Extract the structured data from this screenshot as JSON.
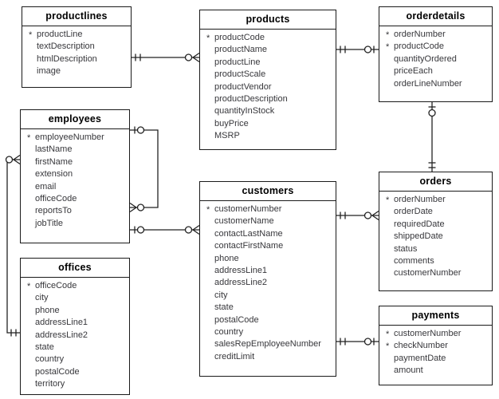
{
  "diagram": {
    "kind": "entity-relationship-diagram",
    "notation": "crows-foot"
  },
  "colors": {
    "background": "#ffffff",
    "box_border": "#1a1a1a",
    "title_text": "#000000",
    "field_text": "#37373b",
    "connector": "#222222"
  },
  "tables": [
    {
      "name": "productlines",
      "title": "productlines",
      "fields": [
        "* productLine",
        "textDescription",
        "htmlDescription",
        "image"
      ]
    },
    {
      "name": "products",
      "title": "products",
      "fields": [
        "* productCode",
        "productName",
        "productLine",
        "productScale",
        "productVendor",
        "productDescription",
        "quantityInStock",
        "buyPrice",
        "MSRP"
      ]
    },
    {
      "name": "orderdetails",
      "title": "orderdetails",
      "fields": [
        "* orderNumber",
        "* productCode",
        "quantityOrdered",
        "priceEach",
        "orderLineNumber"
      ]
    },
    {
      "name": "employees",
      "title": "employees",
      "fields": [
        "* employeeNumber",
        "lastName",
        "firstName",
        "extension",
        "email",
        "officeCode",
        "reportsTo",
        "jobTitle"
      ]
    },
    {
      "name": "customers",
      "title": "customers",
      "fields": [
        "* customerNumber",
        "customerName",
        "contactLastName",
        "contactFirstName",
        "phone",
        "addressLine1",
        "addressLine2",
        "city",
        "state",
        "postalCode",
        "country",
        "salesRepEmployeeNumber",
        "creditLimit"
      ]
    },
    {
      "name": "orders",
      "title": "orders",
      "fields": [
        "* orderNumber",
        "orderDate",
        "requiredDate",
        "shippedDate",
        "status",
        "comments",
        "customerNumber"
      ]
    },
    {
      "name": "offices",
      "title": "offices",
      "fields": [
        "* officeCode",
        "city",
        "phone",
        "addressLine1",
        "addressLine2",
        "state",
        "country",
        "postalCode",
        "territory"
      ]
    },
    {
      "name": "payments",
      "title": "payments",
      "fields": [
        "* customerNumber",
        "* checkNumber",
        "paymentDate",
        "amount"
      ]
    }
  ],
  "relationships": [
    {
      "id": "productlines-products",
      "from": "productlines",
      "to": "products",
      "from_cardinality": "one-and-only-one",
      "to_cardinality": "zero-or-many"
    },
    {
      "id": "products-orderdetails",
      "from": "products",
      "to": "orderdetails",
      "from_cardinality": "one-and-only-one",
      "to_cardinality": "zero-or-one"
    },
    {
      "id": "orders-orderdetails",
      "from": "orders",
      "to": "orderdetails",
      "from_cardinality": "one-and-only-one",
      "to_cardinality": "zero-or-one"
    },
    {
      "id": "employees-reportsto",
      "from": "employees",
      "to": "employees",
      "from_cardinality": "zero-or-one",
      "to_cardinality": "zero-or-many"
    },
    {
      "id": "employees-customers",
      "from": "employees",
      "to": "customers",
      "from_cardinality": "zero-or-one",
      "to_cardinality": "zero-or-many"
    },
    {
      "id": "offices-employees",
      "from": "offices",
      "to": "employees",
      "from_cardinality": "one-and-only-one",
      "to_cardinality": "zero-or-many"
    },
    {
      "id": "customers-orders",
      "from": "customers",
      "to": "orders",
      "from_cardinality": "one-and-only-one",
      "to_cardinality": "zero-or-many"
    },
    {
      "id": "customers-payments",
      "from": "customers",
      "to": "payments",
      "from_cardinality": "one-and-only-one",
      "to_cardinality": "zero-or-one"
    }
  ]
}
